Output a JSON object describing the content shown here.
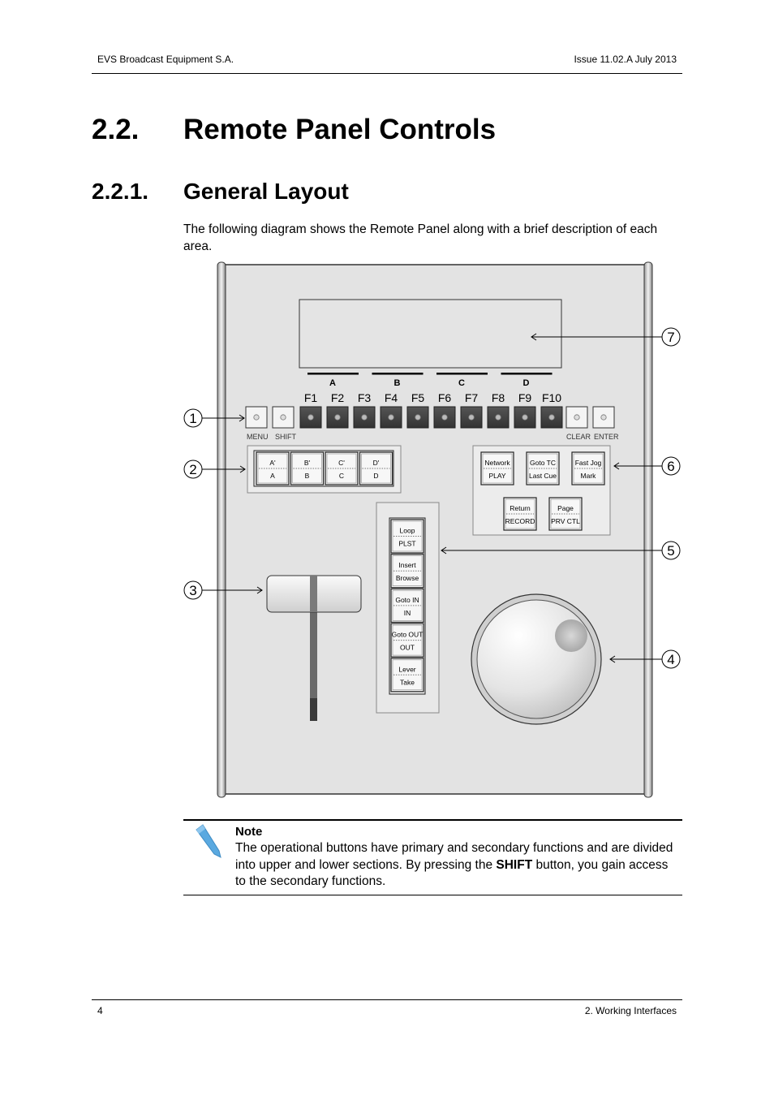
{
  "header": {
    "left": "EVS Broadcast Equipment S.A.",
    "right": "Issue 11.02.A  July 2013"
  },
  "heading1": {
    "number": "2.2.",
    "title": "Remote Panel Controls"
  },
  "heading2": {
    "number": "2.2.1.",
    "title": "General Layout"
  },
  "intro": "The following diagram shows the Remote Panel along with a brief description of each area.",
  "panel": {
    "bank_letters": [
      "A",
      "B",
      "C",
      "D"
    ],
    "f_keys": [
      "F1",
      "F2",
      "F3",
      "F4",
      "F5",
      "F6",
      "F7",
      "F8",
      "F9",
      "F10"
    ],
    "left_keys": [
      "MENU",
      "SHIFT"
    ],
    "right_keys": [
      "CLEAR",
      "ENTER"
    ],
    "cam_keys": [
      {
        "upper": "A'",
        "lower": "A"
      },
      {
        "upper": "B'",
        "lower": "B"
      },
      {
        "upper": "C'",
        "lower": "C"
      },
      {
        "upper": "D'",
        "lower": "D"
      }
    ],
    "mode_keys_row1": [
      {
        "upper": "Network",
        "lower": "PLAY"
      },
      {
        "upper": "Goto TC",
        "lower": "Last Cue"
      },
      {
        "upper": "Fast Jog",
        "lower": "Mark"
      }
    ],
    "mode_keys_row2": [
      {
        "upper": "Return",
        "lower": "RECORD"
      },
      {
        "upper": "Page",
        "lower": "PRV CTL"
      }
    ],
    "column_keys": [
      {
        "upper": "Loop",
        "lower": "PLST"
      },
      {
        "upper": "Insert",
        "lower": "Browse"
      },
      {
        "upper": "Goto IN",
        "lower": "IN"
      },
      {
        "upper": "Goto OUT",
        "lower": "OUT"
      },
      {
        "upper": "Lever",
        "lower": "Take"
      }
    ],
    "callouts": [
      "1",
      "2",
      "3",
      "4",
      "5",
      "6",
      "7"
    ]
  },
  "note": {
    "title": "Note",
    "text_before": "The operational buttons have primary and secondary functions and are divided into upper and lower sections. By pressing the ",
    "bold": "SHIFT",
    "text_after": " button, you gain access to the secondary functions."
  },
  "footer": {
    "left": "4",
    "right": "2. Working Interfaces"
  }
}
